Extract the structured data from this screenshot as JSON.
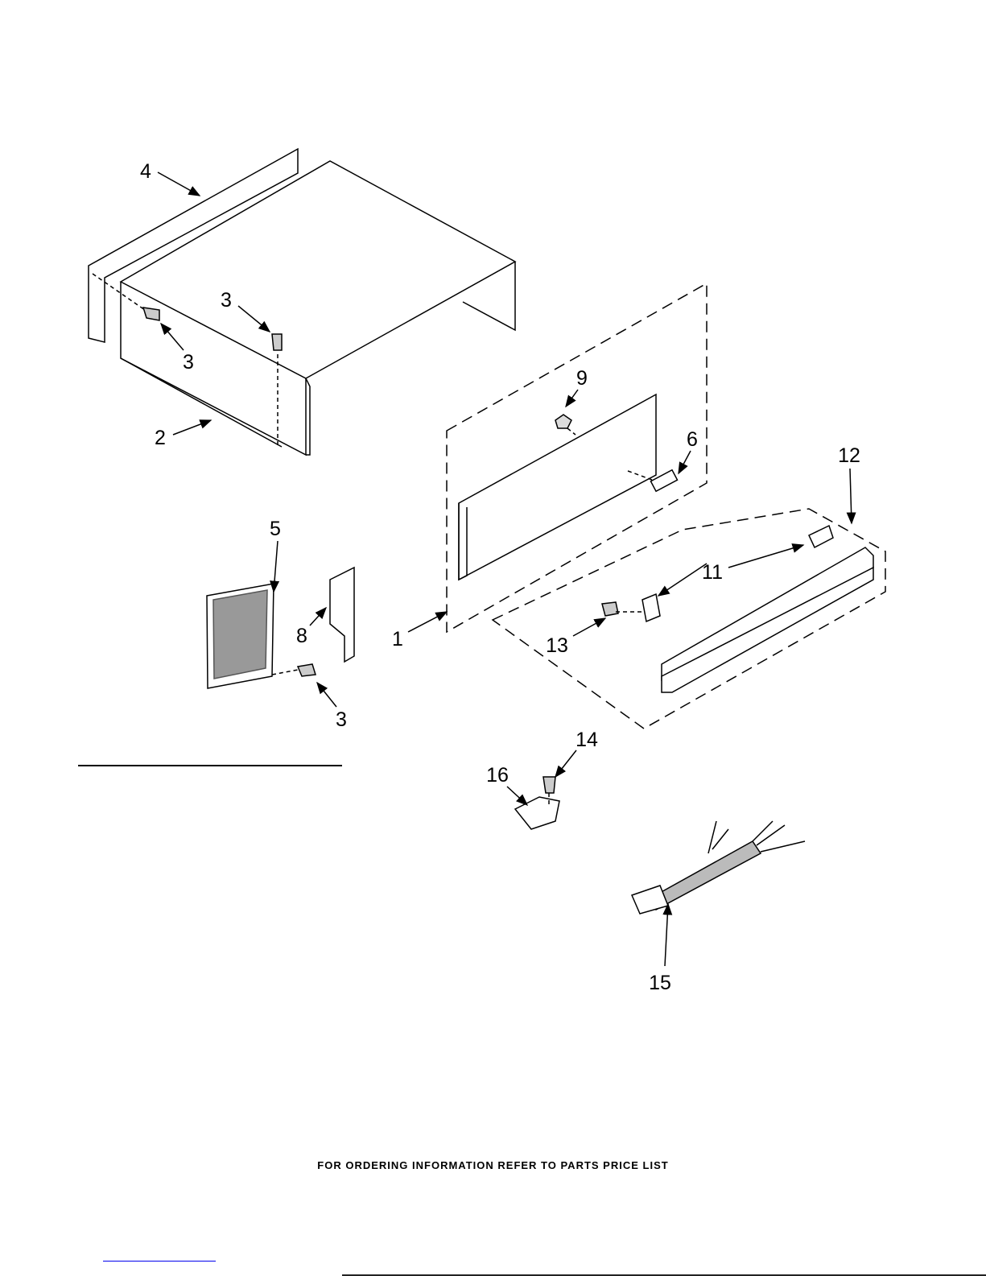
{
  "callouts": {
    "c1": "1",
    "c2": "2",
    "c3a": "3",
    "c3b": "3",
    "c3c": "3",
    "c4": "4",
    "c5": "5",
    "c6": "6",
    "c8": "8",
    "c9": "9",
    "c11": "11",
    "c12": "12",
    "c13": "13",
    "c14": "14",
    "c15": "15",
    "c16": "16"
  },
  "footer": "FOR ORDERING INFORMATION REFER TO PARTS PRICE LIST"
}
